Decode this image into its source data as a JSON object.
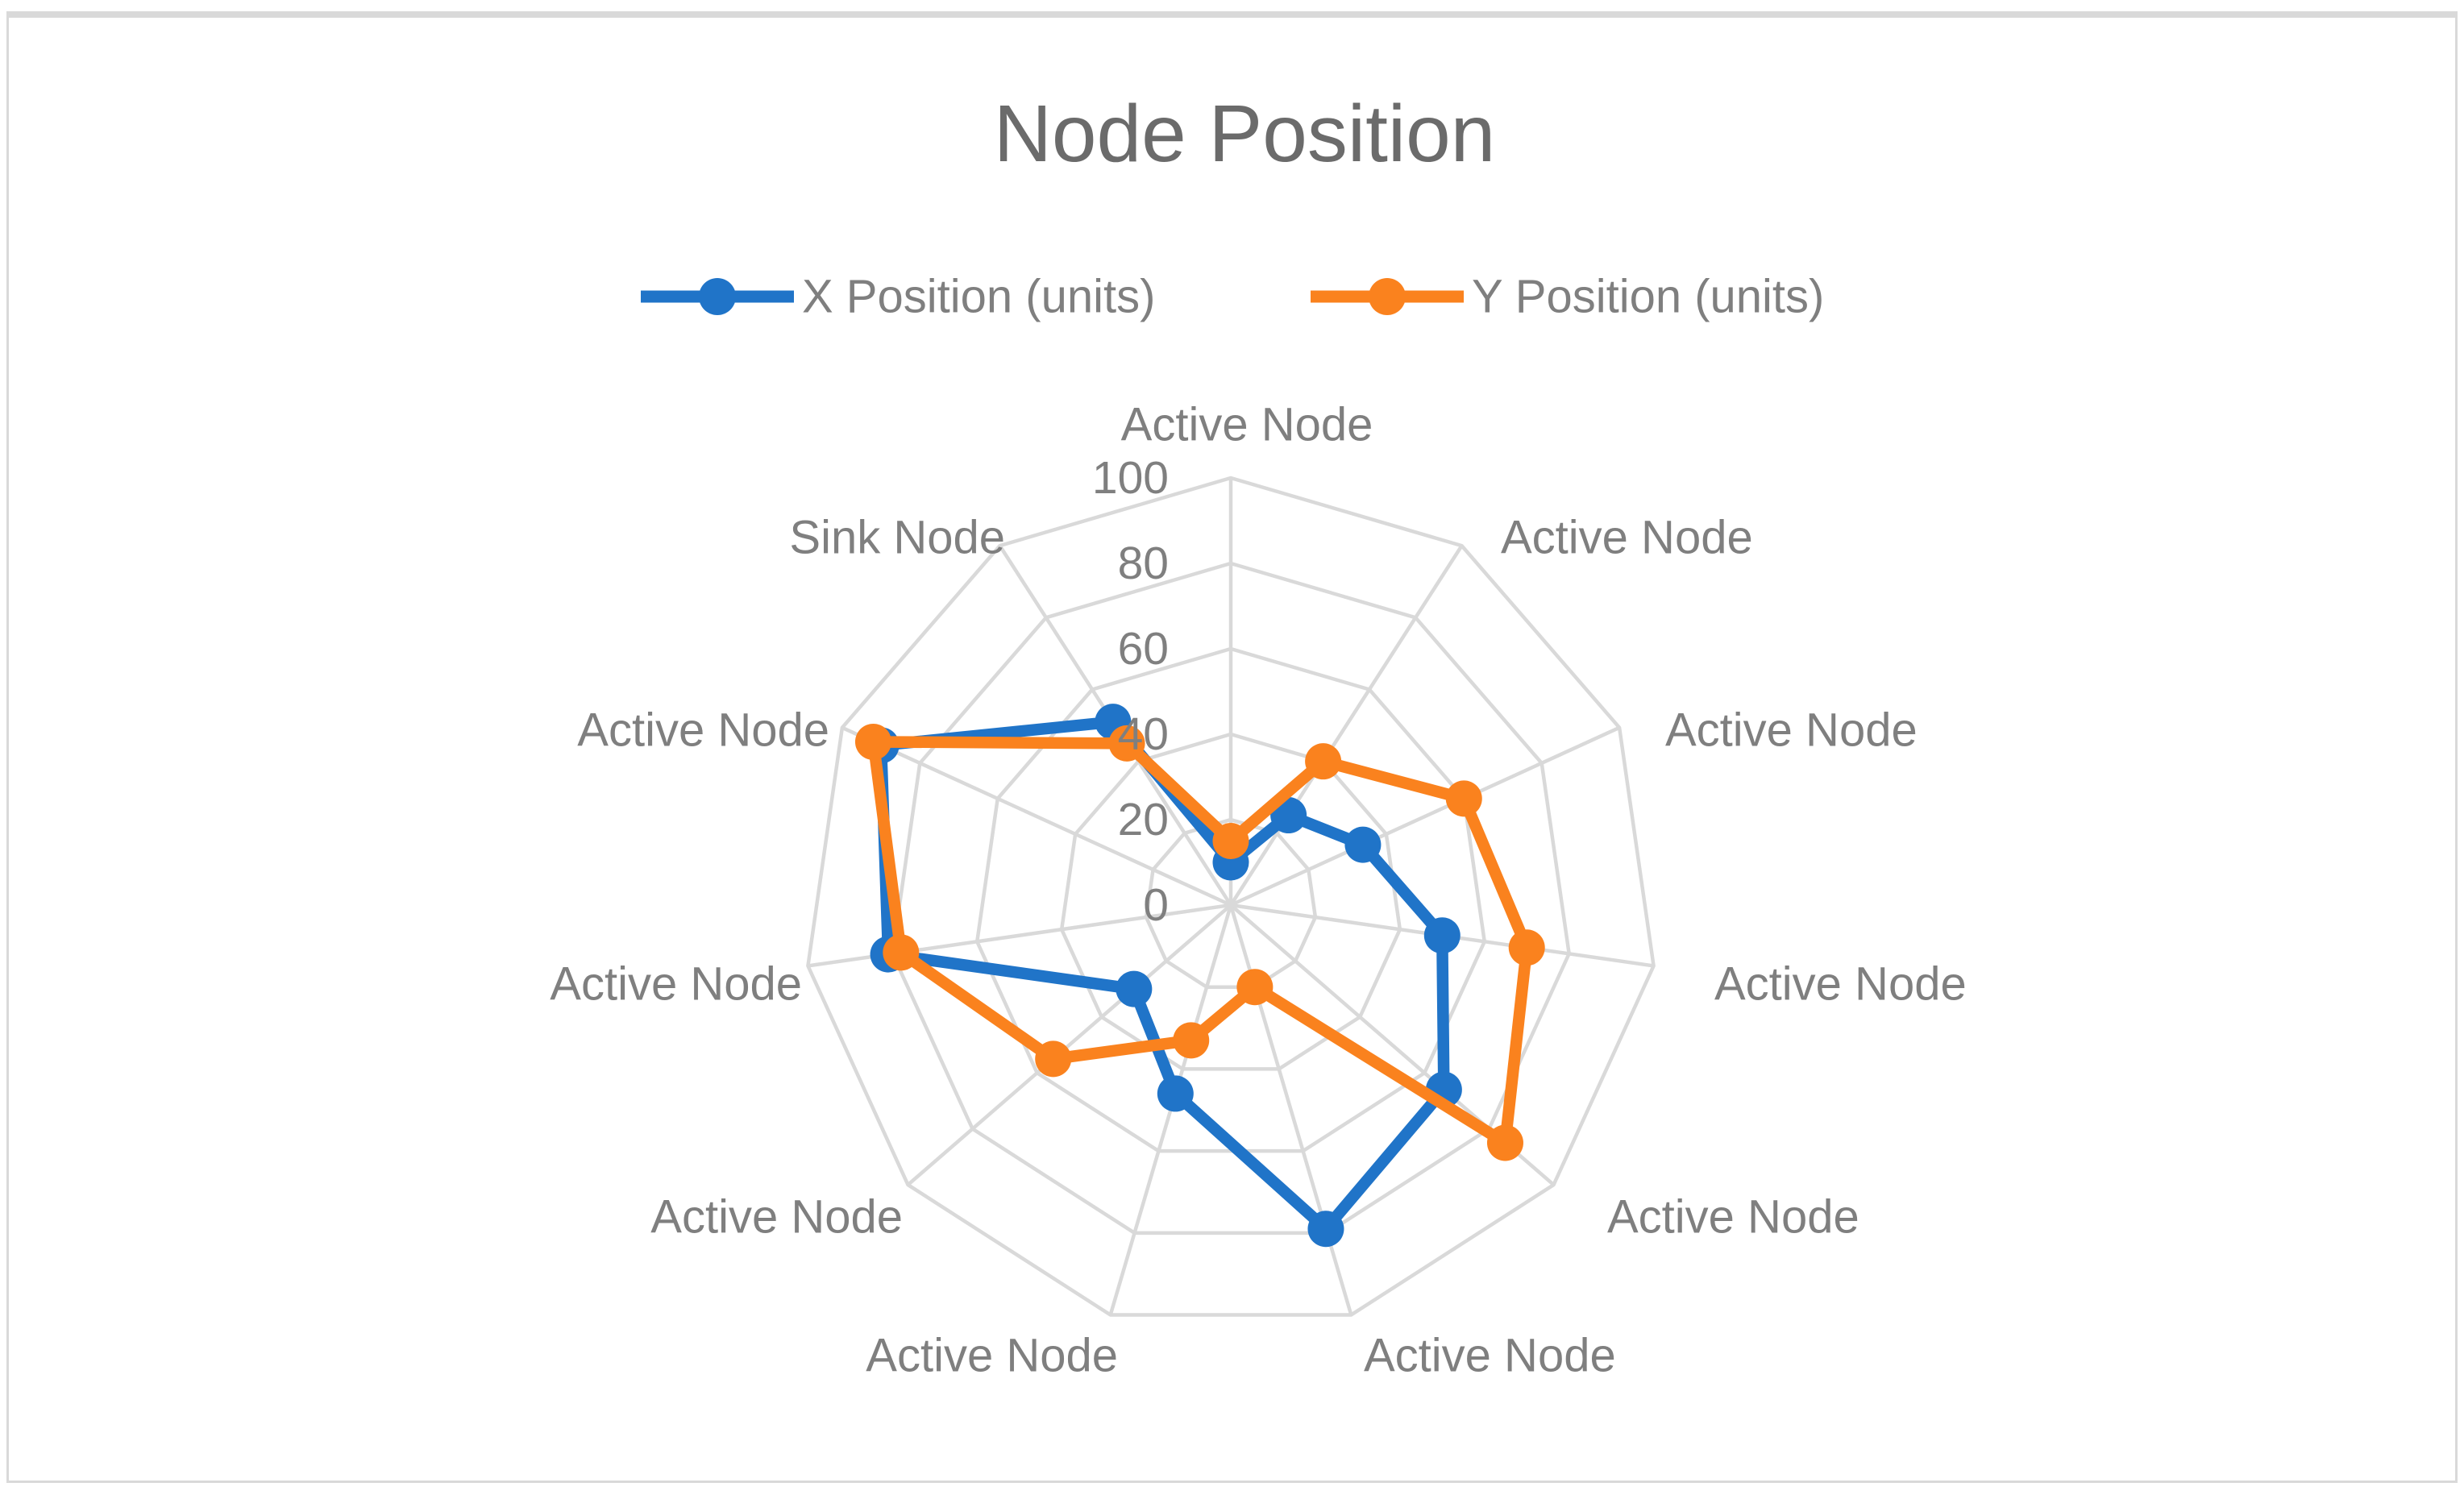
{
  "title": "Node Position",
  "legend": {
    "entries": [
      {
        "label": "X Position (units)"
      },
      {
        "label": "Y Position (units)"
      }
    ]
  },
  "chart_data": {
    "type": "radar",
    "categories": [
      "Active Node",
      "Active Node",
      "Active Node",
      "Active Node",
      "Active Node",
      "Active Node",
      "Active Node",
      "Active Node",
      "Active Node",
      "Active Node",
      "Sink Node"
    ],
    "series": [
      {
        "name": "X Position (units)",
        "color": "#2074C8",
        "values": [
          10,
          25,
          34,
          50,
          66,
          79,
          46,
          30,
          81,
          90,
          51
        ]
      },
      {
        "name": "Y Position (units)",
        "color": "#FA821E",
        "values": [
          15,
          40,
          60,
          70,
          85,
          20,
          33,
          55,
          78,
          92,
          45
        ]
      }
    ],
    "ticks": [
      0,
      20,
      40,
      60,
      80,
      100
    ],
    "max": 100,
    "axis_start": "top",
    "direction": "clockwise",
    "grid": "on",
    "grid_color": "#D9D9D9",
    "label_color": "#7F7F7F",
    "legend_position": "top"
  }
}
